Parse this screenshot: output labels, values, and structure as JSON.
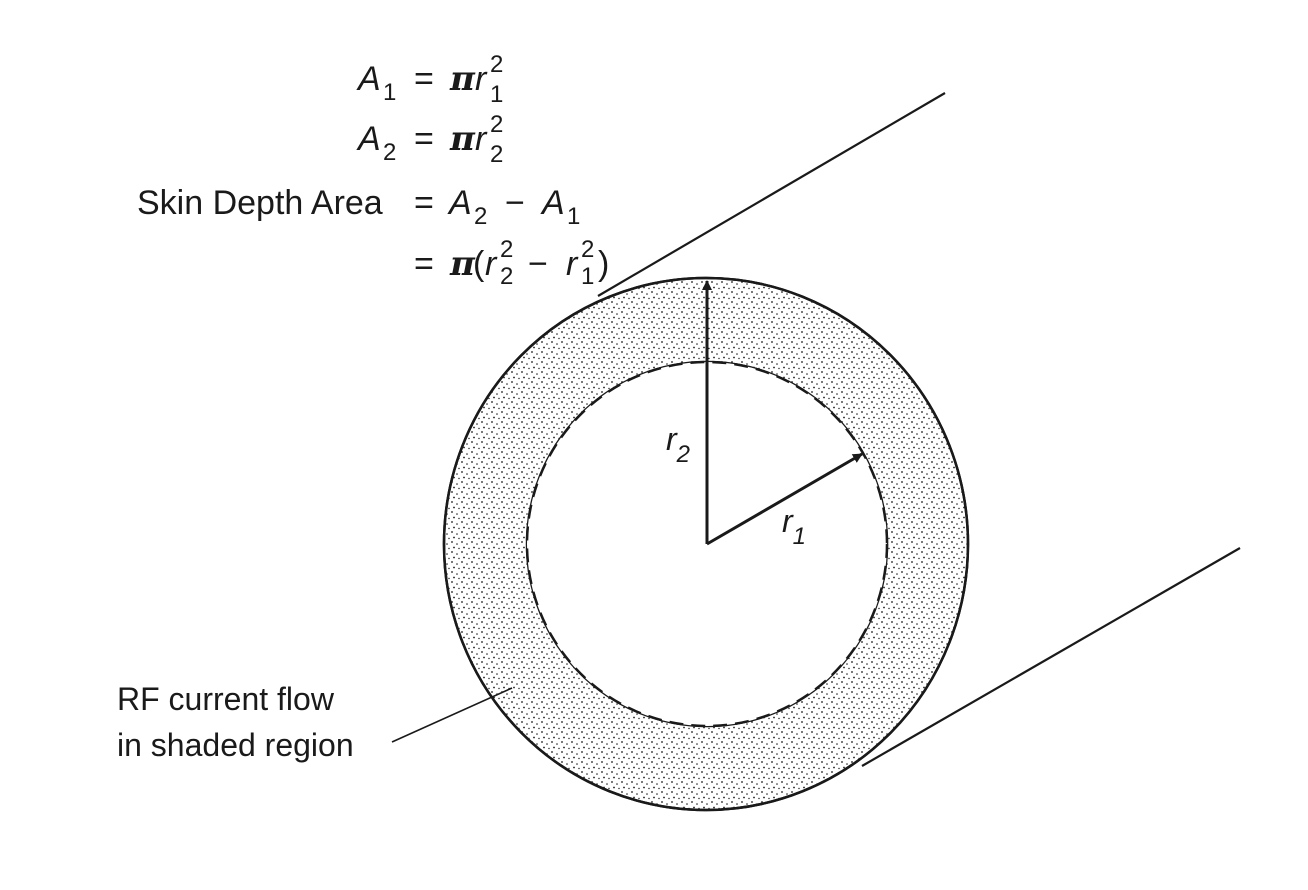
{
  "equations": {
    "a1": {
      "lhs_var": "A",
      "lhs_sub": "1",
      "eq": "=",
      "pi": "π",
      "r": "r",
      "r_sub": "1",
      "r_sup": "2"
    },
    "a2": {
      "lhs_var": "A",
      "lhs_sub": "2",
      "eq": "=",
      "pi": "π",
      "r": "r",
      "r_sub": "2",
      "r_sup": "2"
    },
    "skin": {
      "label": "Skin Depth Area",
      "eq": "=",
      "t1": "A",
      "t1_sub": "2",
      "minus": "−",
      "t2": "A",
      "t2_sub": "1"
    },
    "skin2": {
      "eq": "=",
      "pi": "π",
      "open": "(",
      "r2": "r",
      "r2_sub": "2",
      "r2_sup": "2",
      "minus": "−",
      "r1": "r",
      "r1_sub": "1",
      "r1_sup": "2",
      "close": ")"
    }
  },
  "labels": {
    "r2": {
      "var": "r",
      "sub": "2"
    },
    "r1": {
      "var": "r",
      "sub": "1"
    },
    "callout_line1": "RF current flow",
    "callout_line2": "in shaded region"
  },
  "colors": {
    "ink": "#1a1a1a",
    "background": "#ffffff"
  }
}
